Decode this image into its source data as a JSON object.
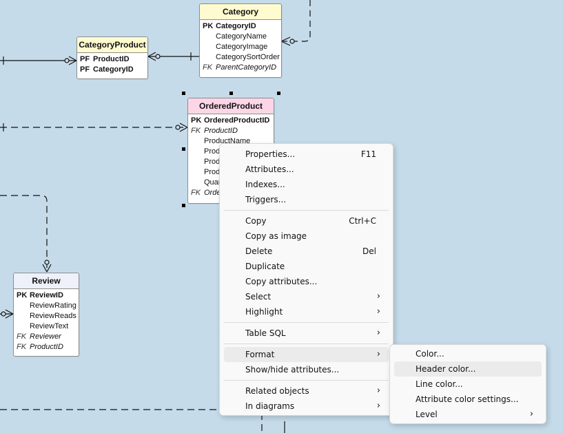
{
  "colors": {
    "canvas": "#c5dbe9",
    "category_header": "#fffbd0",
    "ordered_header": "#fcd6e6",
    "review_header": "#eef0fa"
  },
  "category": {
    "title": "Category",
    "rows": [
      {
        "key": "PK",
        "name": "CategoryID"
      },
      {
        "key": "",
        "name": "CategoryName"
      },
      {
        "key": "",
        "name": "CategoryImage"
      },
      {
        "key": "",
        "name": "CategorySortOrder"
      },
      {
        "key": "FK",
        "name": "ParentCategoryID"
      }
    ]
  },
  "category_product": {
    "title": "CategoryProduct",
    "rows": [
      {
        "key": "PF",
        "name": "ProductID"
      },
      {
        "key": "PF",
        "name": "CategoryID"
      }
    ]
  },
  "ordered_product": {
    "title": "OrderedProduct",
    "rows": [
      {
        "key": "PK",
        "name": "OrderedProductID"
      },
      {
        "key": "FK",
        "name": "ProductID"
      },
      {
        "key": "",
        "name": "ProductName"
      },
      {
        "key": "",
        "name": "Prod"
      },
      {
        "key": "",
        "name": "Prod"
      },
      {
        "key": "",
        "name": "Prod"
      },
      {
        "key": "",
        "name": "Quar"
      },
      {
        "key": "FK",
        "name": "Orde"
      }
    ]
  },
  "review": {
    "title": "Review",
    "rows": [
      {
        "key": "PK",
        "name": "ReviewID"
      },
      {
        "key": "",
        "name": "ReviewRating"
      },
      {
        "key": "",
        "name": "ReviewReads"
      },
      {
        "key": "",
        "name": "ReviewText"
      },
      {
        "key": "FK",
        "name": "Reviewer"
      },
      {
        "key": "FK",
        "name": "ProductID"
      }
    ]
  },
  "context_menu": {
    "items": [
      {
        "label": "Properties...",
        "shortcut": "F11"
      },
      {
        "label": "Attributes..."
      },
      {
        "label": "Indexes..."
      },
      {
        "label": "Triggers..."
      },
      {
        "label": "Copy",
        "shortcut": "Ctrl+C"
      },
      {
        "label": "Copy as image"
      },
      {
        "label": "Delete",
        "shortcut": "Del"
      },
      {
        "label": "Duplicate"
      },
      {
        "label": "Copy attributes..."
      },
      {
        "label": "Select",
        "submenu": true
      },
      {
        "label": "Highlight",
        "submenu": true
      },
      {
        "label": "Table SQL",
        "submenu": true
      },
      {
        "label": "Format",
        "submenu": true,
        "highlighted": true
      },
      {
        "label": "Show/hide attributes..."
      },
      {
        "label": "Related objects",
        "submenu": true
      },
      {
        "label": "In diagrams",
        "submenu": true
      }
    ]
  },
  "format_submenu": {
    "items": [
      {
        "label": "Color..."
      },
      {
        "label": "Header color...",
        "highlighted": true
      },
      {
        "label": "Line color..."
      },
      {
        "label": "Attribute color settings..."
      },
      {
        "label": "Level",
        "submenu": true
      }
    ]
  }
}
